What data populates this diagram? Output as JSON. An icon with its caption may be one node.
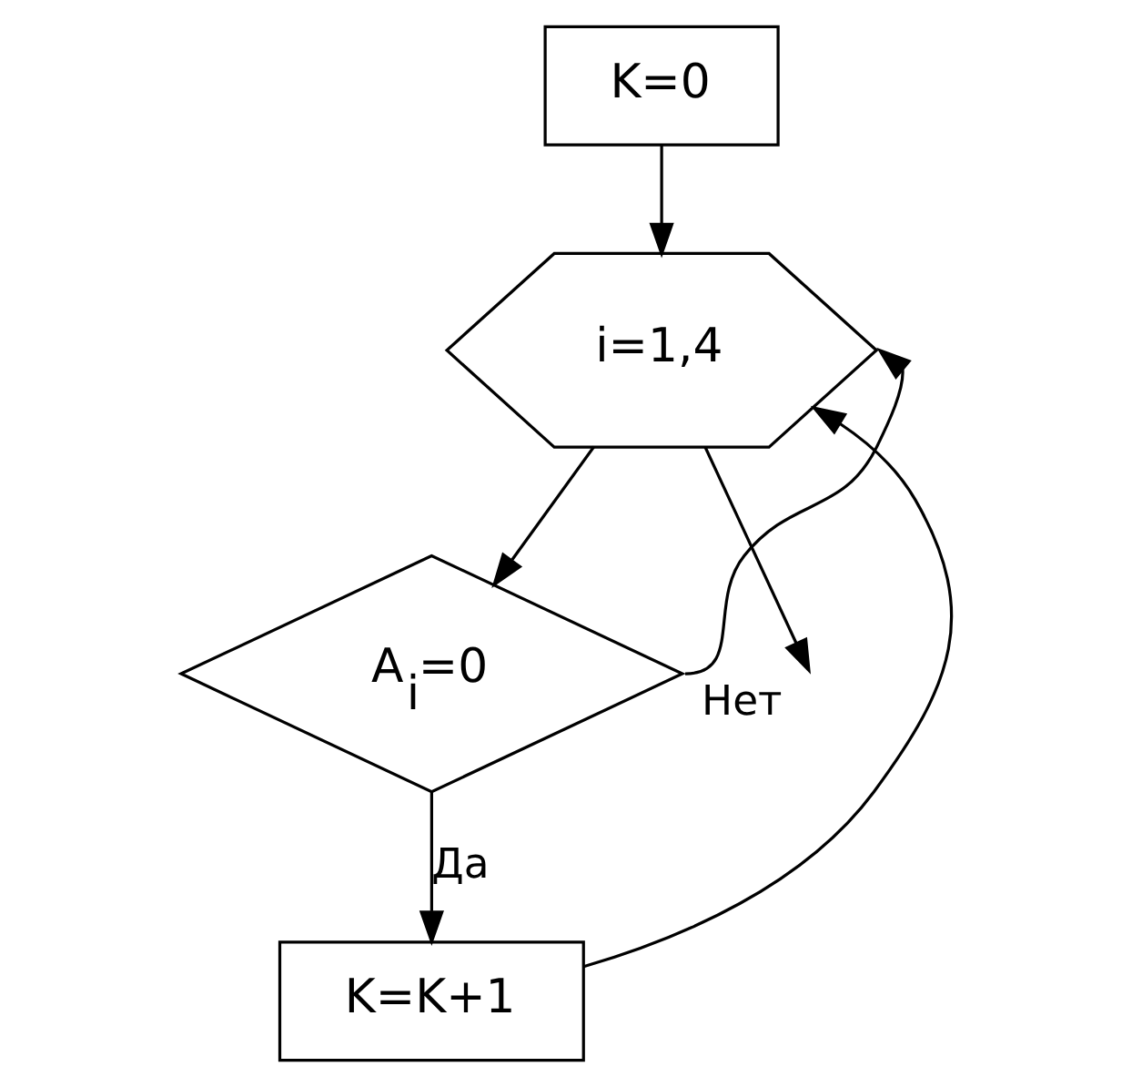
{
  "diagram": {
    "nodes": [
      {
        "text": [
          "K=0"
        ]
      },
      {
        "text": [
          "i=1,4"
        ]
      },
      {
        "text": [
          "A$_{i}$=0"
        ]
      },
      {
        "text": [
          "K=K+1"
        ]
      }
    ],
    "edges": [
      {
        "from": 0,
        "to": 1,
        "arrow": "to"
      },
      {
        "from": 1,
        "to": 2,
        "arrow": "to"
      },
      {
        "from": 2,
        "to": 3,
        "arrow": "to",
        "label": "Да"
      },
      {
        "from": 3,
        "to": 1,
        "arrow": "to"
      },
      {
        "from": 2,
        "to": 1,
        "arrow": "to",
        "label": "Нет"
      },
      {
        "from": 1,
        "to": null,
        "arrow": "to"
      }
    ]
  }
}
